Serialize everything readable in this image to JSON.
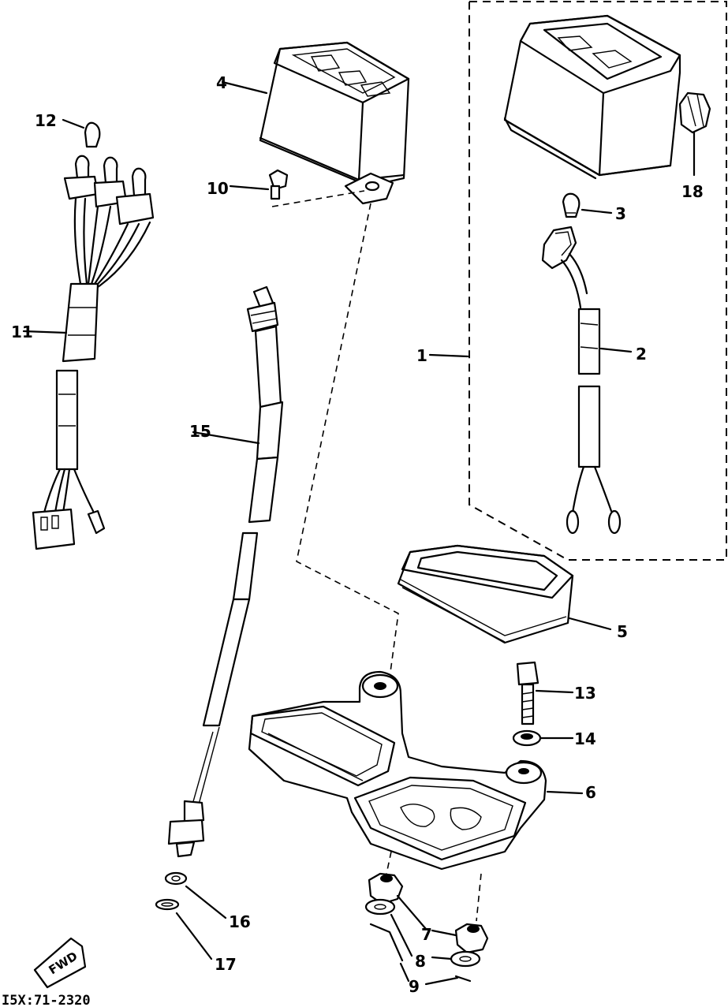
{
  "diagram": {
    "code": "I5X:71-2320",
    "fwd_text": "FWD",
    "callouts": [
      {
        "id": "c1",
        "label": "1"
      },
      {
        "id": "c2",
        "label": "2"
      },
      {
        "id": "c3",
        "label": "3"
      },
      {
        "id": "c4",
        "label": "4"
      },
      {
        "id": "c5",
        "label": "5"
      },
      {
        "id": "c6",
        "label": "6"
      },
      {
        "id": "c7",
        "label": "7"
      },
      {
        "id": "c8",
        "label": "8"
      },
      {
        "id": "c9",
        "label": "9"
      },
      {
        "id": "c10",
        "label": "10"
      },
      {
        "id": "c11",
        "label": "11"
      },
      {
        "id": "c12",
        "label": "12"
      },
      {
        "id": "c13",
        "label": "13"
      },
      {
        "id": "c14",
        "label": "14"
      },
      {
        "id": "c15",
        "label": "15"
      },
      {
        "id": "c16",
        "label": "16"
      },
      {
        "id": "c17",
        "label": "17"
      },
      {
        "id": "c18",
        "label": "18"
      }
    ]
  }
}
